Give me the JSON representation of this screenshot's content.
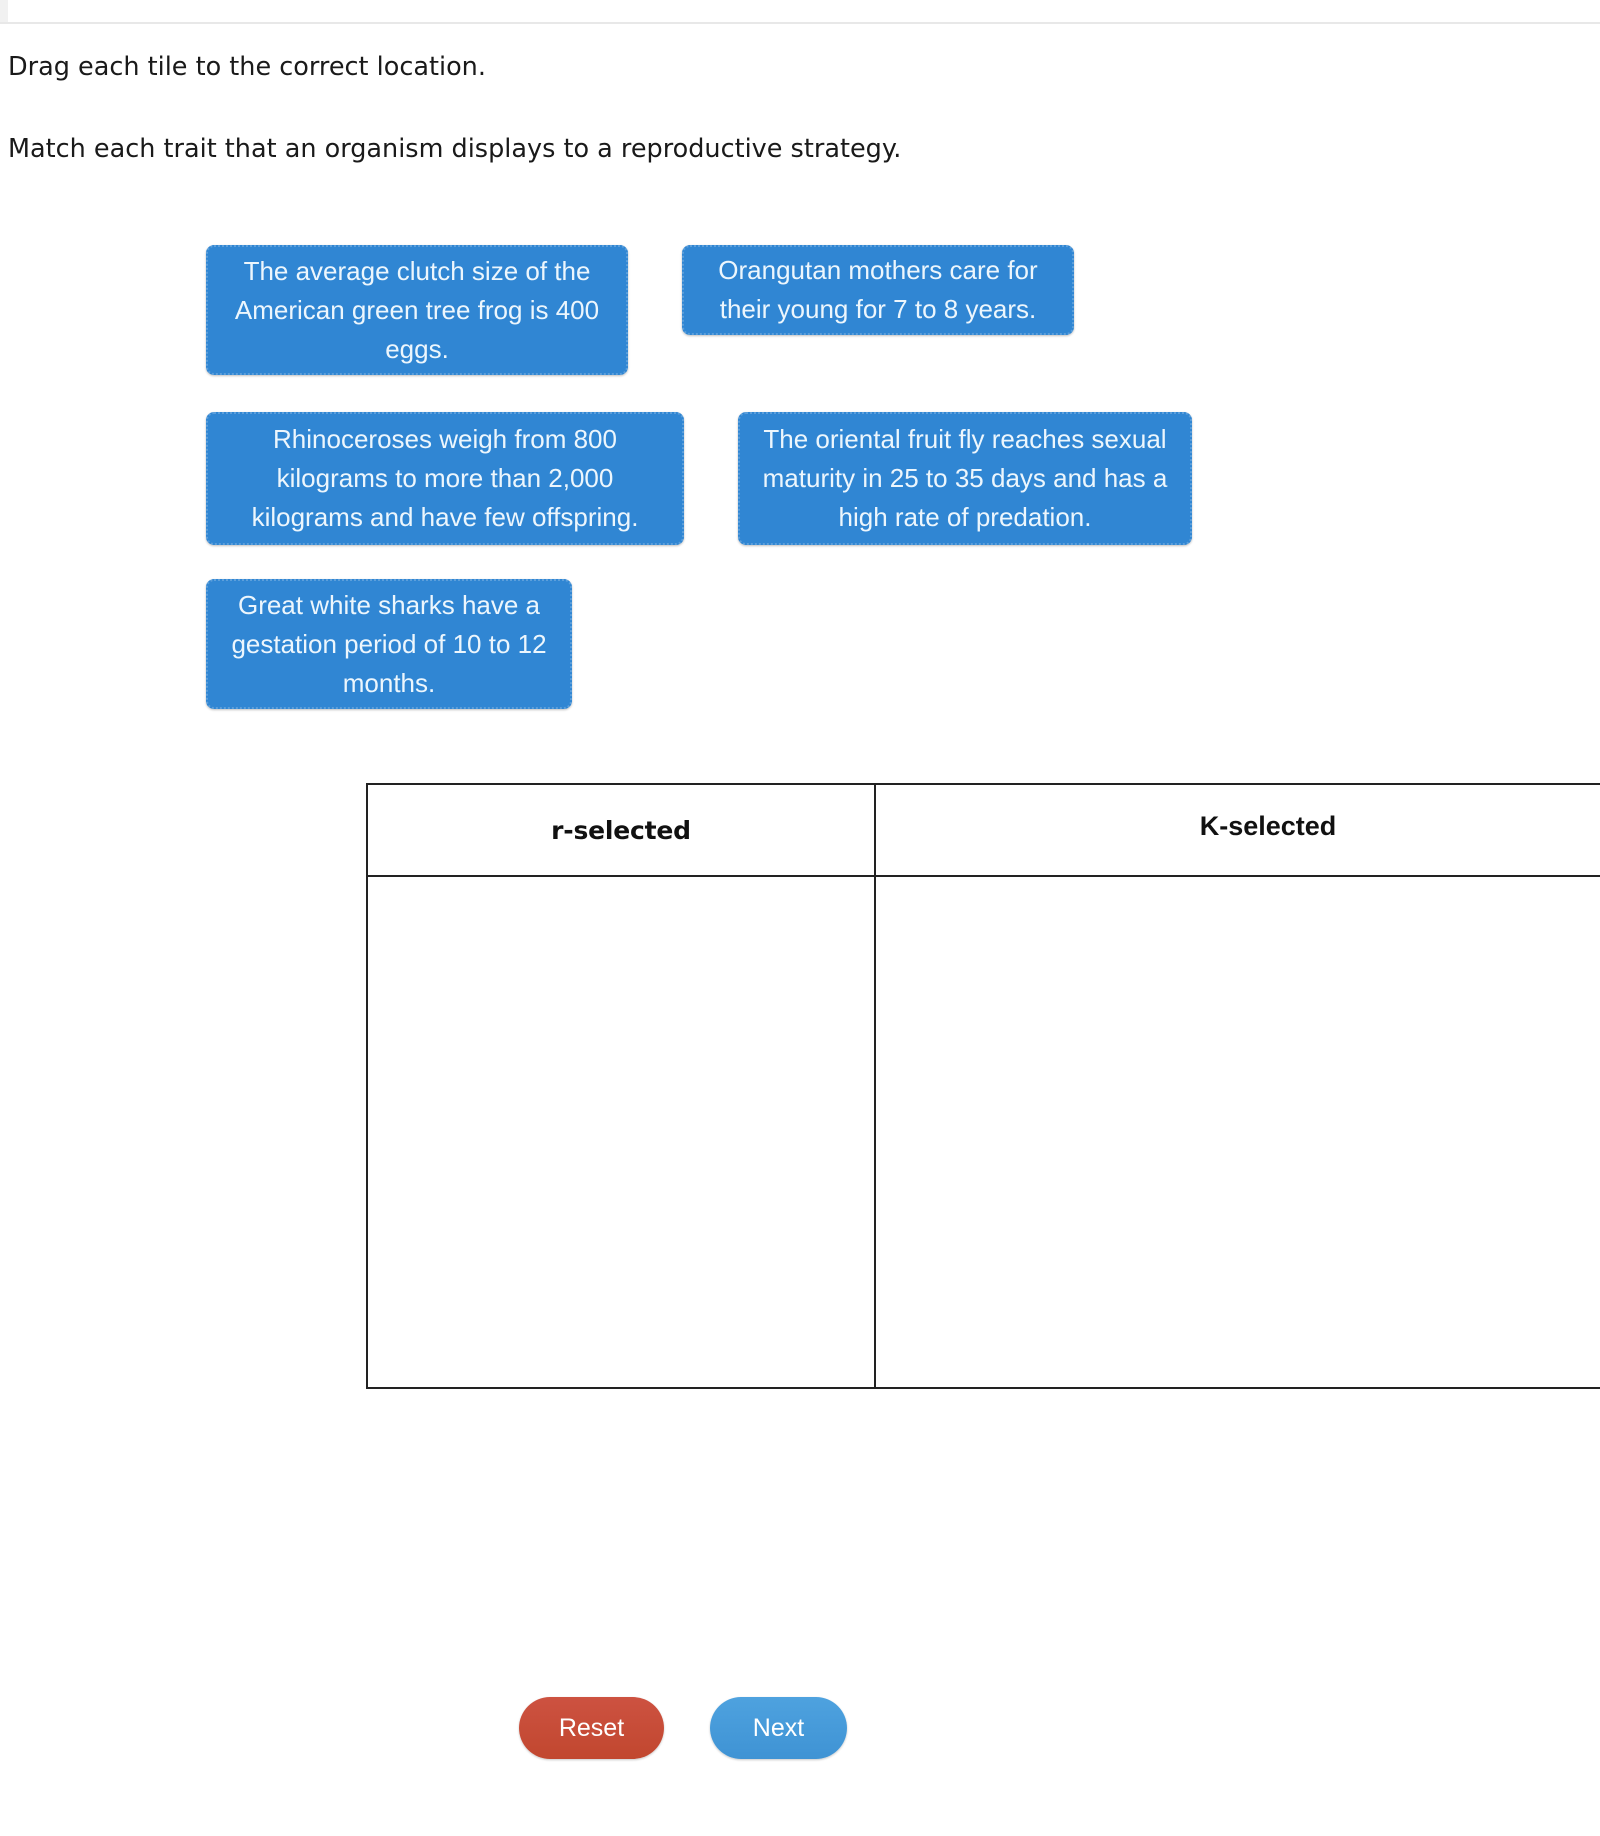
{
  "window": {
    "top_strip": "browser-chrome-strip"
  },
  "instructions": {
    "drag": "Drag each tile to the correct location.",
    "match": "Match each trait that an organism displays to a reproductive strategy."
  },
  "tiles": [
    {
      "id": "frog",
      "text": "The average clutch size of the American green tree frog is 400 eggs."
    },
    {
      "id": "orangutan",
      "text": "Orangutan mothers care for their young for 7 to 8 years."
    },
    {
      "id": "rhino",
      "text": "Rhinoceroses weigh from 800 kilograms to more than 2,000 kilograms and have few offspring."
    },
    {
      "id": "fruitfly",
      "text": "The oriental fruit fly reaches sexual maturity in 25 to 35 days and has a high rate of predation."
    },
    {
      "id": "shark",
      "text": "Great white sharks have a gestation period of 10 to 12 months."
    }
  ],
  "drop_table": {
    "columns": [
      {
        "id": "r-selected",
        "header": "r-selected",
        "cell_value": ""
      },
      {
        "id": "k-selected",
        "header": "K-selected",
        "cell_value": ""
      }
    ]
  },
  "buttons": {
    "reset": "Reset",
    "next": "Next"
  },
  "colors": {
    "tile_background": "#3086d3",
    "tile_border": "#5c9fdb",
    "tile_text": "#ecf6fd",
    "reset_button": "#c5492f",
    "next_button": "#4398d8",
    "table_border": "#222222",
    "page_background": "#ffffff"
  }
}
